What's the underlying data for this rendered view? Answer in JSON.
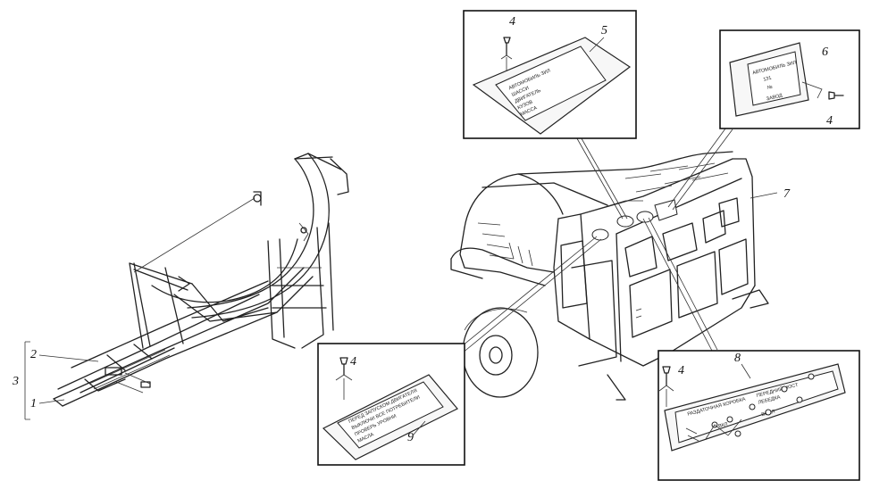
{
  "callouts": {
    "n1": "1",
    "n2": "2",
    "n3": "3",
    "n4": "4",
    "n5": "5",
    "n6": "6",
    "n7": "7",
    "n8": "8",
    "n9": "9"
  },
  "plates": {
    "p5": [
      "АВТОМОБИЛЬ ЗИЛ",
      "ШАССИ",
      "ДВИГАТЕЛЬ",
      "КУЗОВ",
      "МАССА"
    ],
    "p6": [
      "АВТОМОБИЛЬ ЗИЛ",
      "131",
      "№",
      "ЗАВОД"
    ],
    "p9": [
      "ПЕРЕД ЗАПУСКОМ ДВИГАТЕЛЯ",
      "ВЫКЛЮЧИ ВСЕ ПОТРЕБИТЕЛИ",
      "ПРОВЕРЬ УРОВНИ",
      "МАСЛА"
    ],
    "p8": [
      "РАЗДАТОЧНАЯ КОРОБКА",
      "ПЕРЕДНИЙ МОСТ",
      "ЛЕБЕДКА",
      "ВКЛ",
      "ВЫКЛ"
    ]
  }
}
